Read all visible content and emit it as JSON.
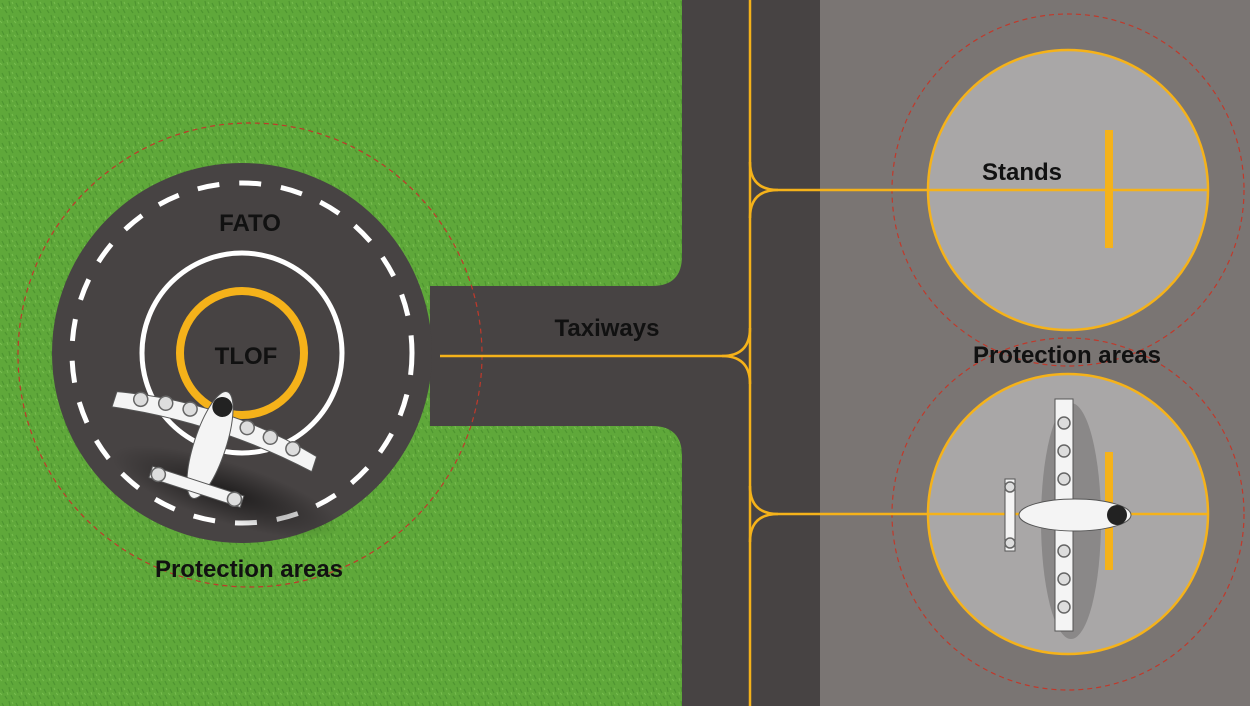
{
  "labels": {
    "fato": "FATO",
    "tlof": "TLOF",
    "taxiways": "Taxiways",
    "stands": "Stands",
    "protection_left": "Protection areas",
    "protection_right": "Protection areas"
  },
  "colors": {
    "grass": "#5fa83a",
    "asphalt": "#474343",
    "apron": "#7a7573",
    "stand_pad": "#a9a7a7",
    "marking_yellow": "#f5b21a",
    "marking_white": "#ffffff",
    "protection_dash": "#c0392b"
  }
}
